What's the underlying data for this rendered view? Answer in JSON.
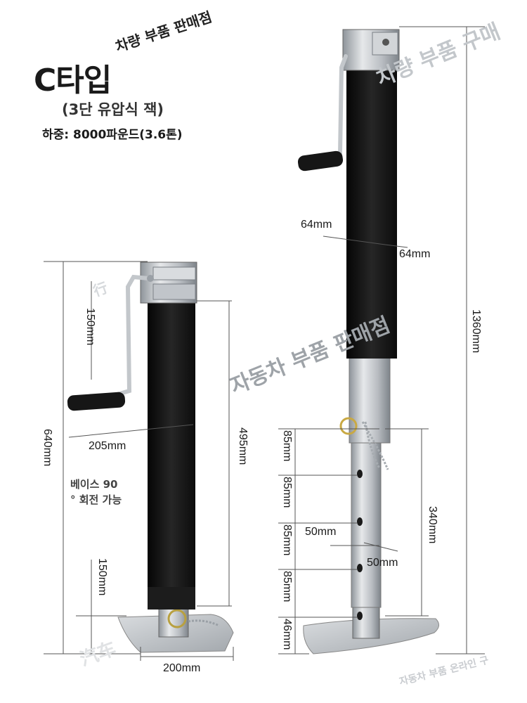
{
  "heading": {
    "type_label": "C타입",
    "subtitle": "(3단 유압식 잭)",
    "load": "하중: 8000파운드(3.6톤)"
  },
  "watermarks": {
    "top_left": "차량 부품 판매점",
    "top_right": "차량 부품 구매",
    "center": "자동차 부품 판매점",
    "bottom_right": "자동차 부품 온라인 구",
    "left_faded": "行",
    "bottom_faded": "汽车"
  },
  "left_jack": {
    "crank_height": "150mm",
    "total_height": "640mm",
    "handle_length": "205mm",
    "tube_length": "495mm",
    "base_height": "150mm",
    "base_width": "200mm",
    "note_line1": "베이스 90",
    "note_line2": "° 회전 가능"
  },
  "right_jack": {
    "tube_width": "64mm",
    "tube_depth": "64mm",
    "total_height": "1360mm",
    "hole_spacing_1": "85mm",
    "hole_spacing_2": "85mm",
    "hole_spacing_3": "85mm",
    "hole_spacing_4": "85mm",
    "bottom_offset": "46mm",
    "inner_width": "50mm",
    "inner_depth": "50mm",
    "travel": "340mm"
  },
  "colors": {
    "tube_black": "#141414",
    "steel": "#c9ccd0",
    "dim_line": "#555555",
    "watermark": "#bfc3c7"
  }
}
